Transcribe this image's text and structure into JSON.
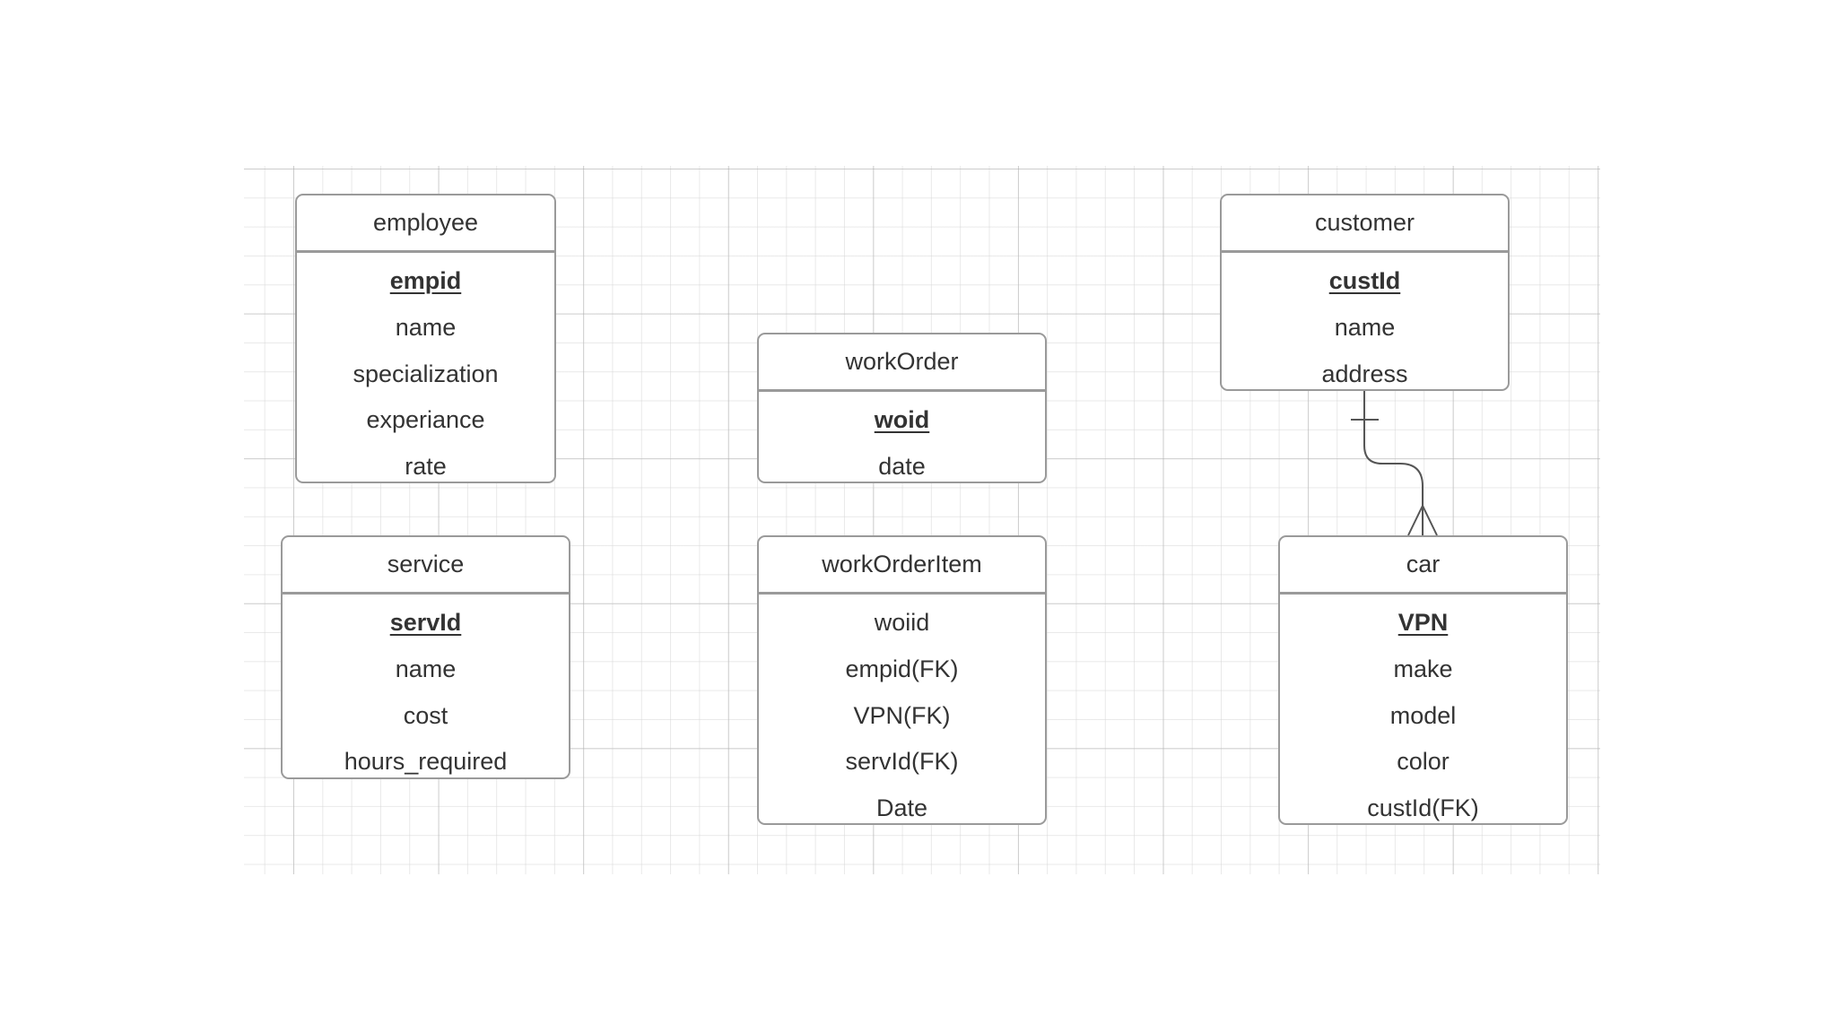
{
  "entities": {
    "employee": {
      "title": "employee",
      "attributes": [
        {
          "name": "empid",
          "pk": true
        },
        {
          "name": "name",
          "pk": false
        },
        {
          "name": "specialization",
          "pk": false
        },
        {
          "name": "experiance",
          "pk": false
        },
        {
          "name": "rate",
          "pk": false
        }
      ]
    },
    "workOrder": {
      "title": "workOrder",
      "attributes": [
        {
          "name": "woid",
          "pk": true
        },
        {
          "name": "date",
          "pk": false
        }
      ]
    },
    "customer": {
      "title": "customer",
      "attributes": [
        {
          "name": "custId",
          "pk": true
        },
        {
          "name": "name",
          "pk": false
        },
        {
          "name": "address",
          "pk": false
        }
      ]
    },
    "service": {
      "title": "service",
      "attributes": [
        {
          "name": "servId",
          "pk": true
        },
        {
          "name": "name",
          "pk": false
        },
        {
          "name": "cost",
          "pk": false
        },
        {
          "name": "hours_required",
          "pk": false
        }
      ]
    },
    "workOrderItem": {
      "title": "workOrderItem",
      "attributes": [
        {
          "name": "woiid",
          "pk": false
        },
        {
          "name": "empid(FK)",
          "pk": false
        },
        {
          "name": "VPN(FK)",
          "pk": false
        },
        {
          "name": "servId(FK)",
          "pk": false
        },
        {
          "name": "Date",
          "pk": false
        }
      ]
    },
    "car": {
      "title": "car",
      "attributes": [
        {
          "name": "VPN",
          "pk": true
        },
        {
          "name": "make",
          "pk": false
        },
        {
          "name": "model",
          "pk": false
        },
        {
          "name": "color",
          "pk": false
        },
        {
          "name": "custId(FK)",
          "pk": false
        }
      ]
    }
  },
  "relationships": [
    {
      "from": "customer",
      "to": "car",
      "from_cardinality": "one",
      "to_cardinality": "many"
    }
  ],
  "colors": {
    "border": "#9a9a9a",
    "text": "#333333",
    "grid_major": "#aaaaaa",
    "grid_minor": "#d7d7d7",
    "connector": "#555555"
  }
}
